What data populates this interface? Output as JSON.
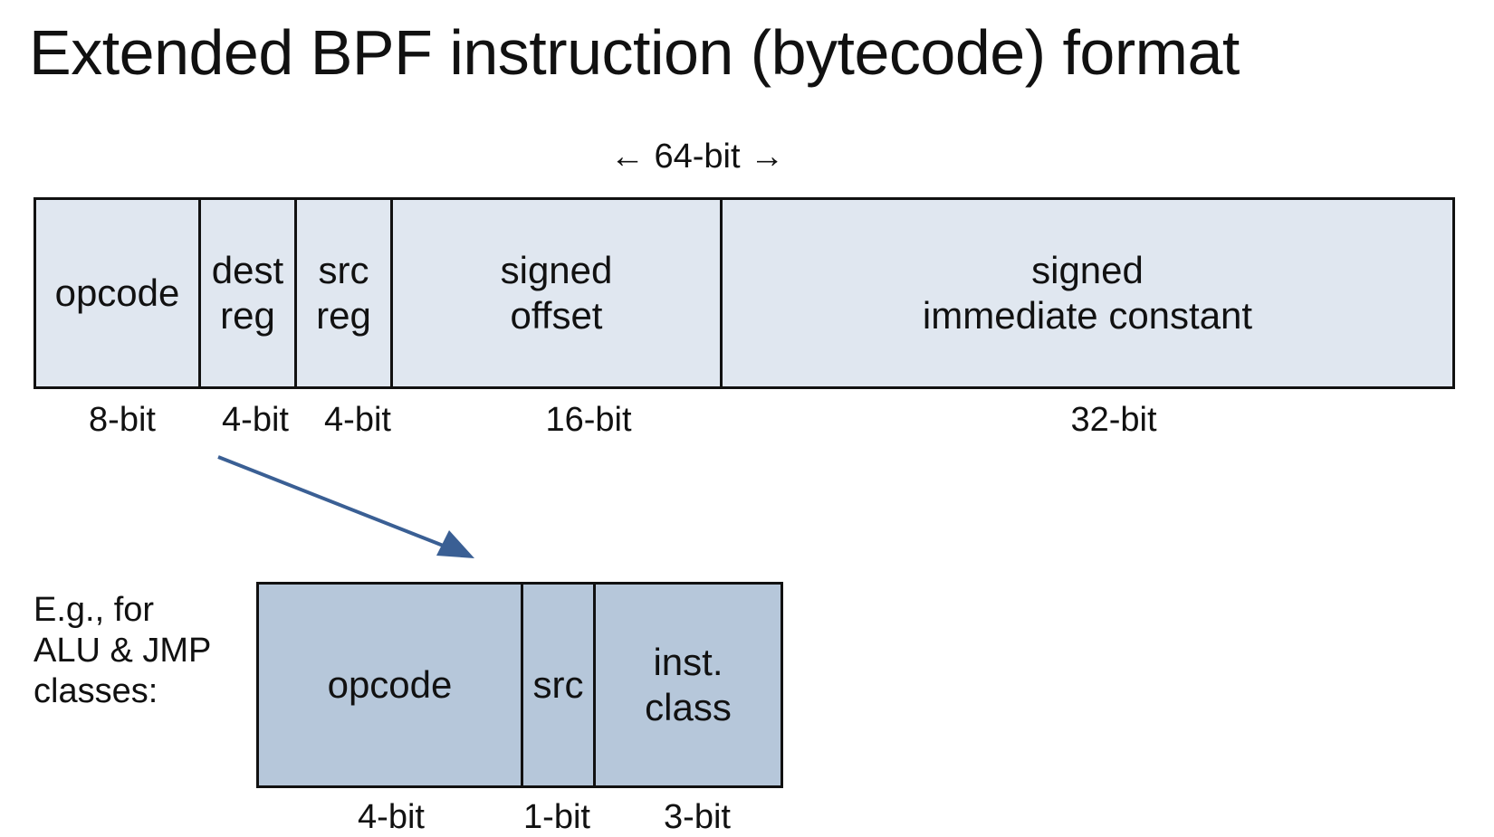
{
  "title": "Extended BPF instruction (bytecode) format",
  "total_width_label": "← 64-bit →",
  "main_fields": [
    {
      "label": "opcode",
      "width_label": "8-bit",
      "bits": 8
    },
    {
      "label": "dest\nreg",
      "width_label": "4-bit",
      "bits": 4
    },
    {
      "label": "src\nreg",
      "width_label": "4-bit",
      "bits": 4
    },
    {
      "label": "signed\noffset",
      "width_label": "16-bit",
      "bits": 16
    },
    {
      "label": "signed\nimmediate constant",
      "width_label": "32-bit",
      "bits": 32
    }
  ],
  "example_label": "E.g., for\nALU & JMP\nclasses:",
  "opcode_fields": [
    {
      "label": "opcode",
      "width_label": "4-bit",
      "bits": 4
    },
    {
      "label": "src",
      "width_label": "1-bit",
      "bits": 1
    },
    {
      "label": "inst.\nclass",
      "width_label": "3-bit",
      "bits": 3
    }
  ],
  "colors": {
    "main_fill": "#e0e7f0",
    "sub_fill": "#b6c7da",
    "arrow": "#3a5f94",
    "border": "#111111"
  }
}
